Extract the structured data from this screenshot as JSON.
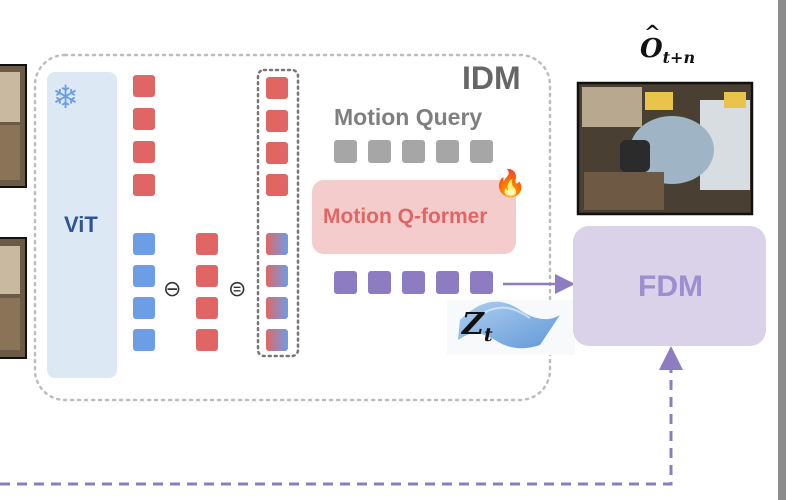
{
  "idm": {
    "title": "IDM"
  },
  "vit": {
    "label": "ViT",
    "frozen_icon": "snowflake-icon"
  },
  "motion_query": {
    "label": "Motion Query",
    "token_count": 5
  },
  "qformer": {
    "label": "Motion Q-former",
    "trainable_icon": "fire-icon"
  },
  "latent": {
    "label": "Z",
    "subscript": "t"
  },
  "fdm": {
    "label": "FDM"
  },
  "output": {
    "label": "O",
    "hat": "^",
    "subscript": "t+n"
  },
  "operators": {
    "minus": "⊖",
    "equals": "⊜"
  },
  "colors": {
    "red_token": "#e06666",
    "blue_token": "#6c9ee6",
    "gray_token": "#a6a6a6",
    "purple_token": "#8e7cc3",
    "vit_fill": "#dce9f5",
    "qformer_fill": "#f4cccc",
    "fdm_fill": "#d9d2e9",
    "idm_title": "#666666",
    "arrow": "#8e7cc3"
  }
}
